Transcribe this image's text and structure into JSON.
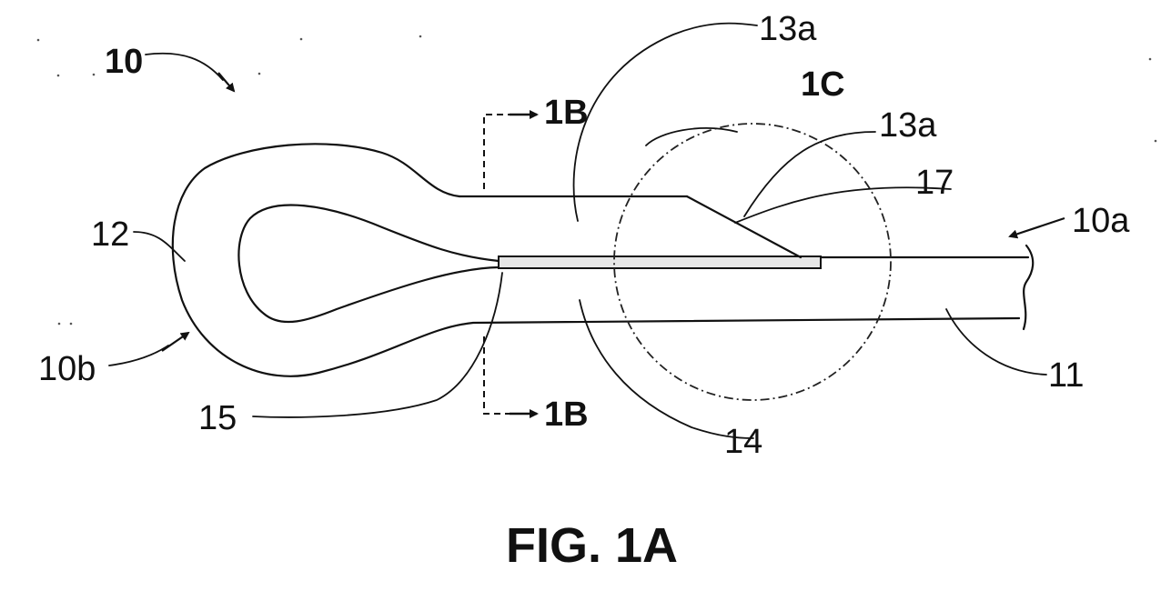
{
  "figure": {
    "caption": "FIG. 1A",
    "labels": {
      "assembly": "10",
      "end_a": "10a",
      "end_b": "10b",
      "shaft": "11",
      "loop": "12",
      "upper_seg": "13a",
      "upper_seg_2": "13a",
      "lower_seg": "14",
      "insert": "15",
      "taper": "17",
      "section_top": "1B",
      "section_bottom": "1B",
      "detail": "1C"
    }
  }
}
